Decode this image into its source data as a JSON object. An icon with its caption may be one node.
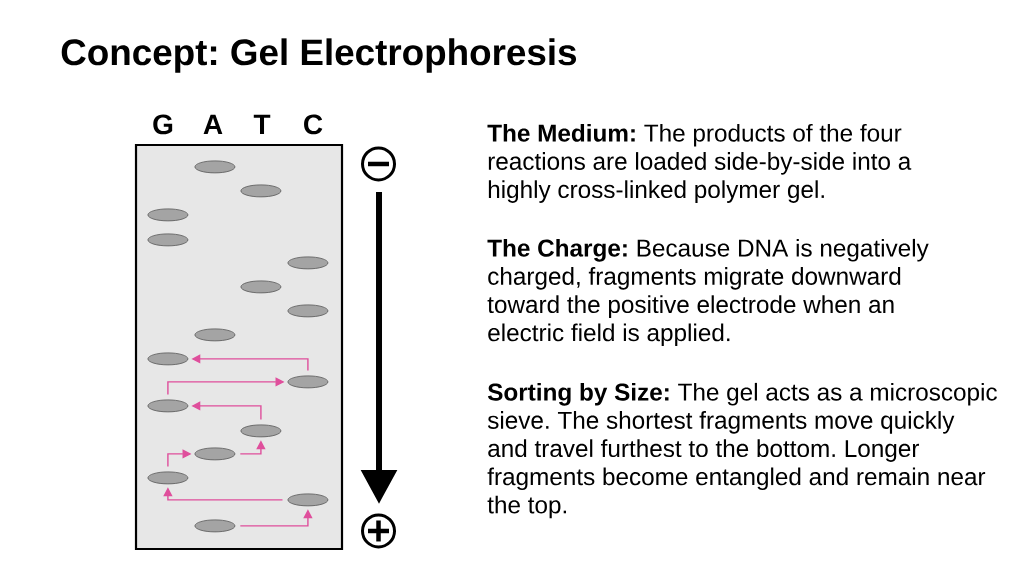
{
  "diagram": {
    "title": "Concept: Gel Electrophoresis",
    "nodes": [
      {
        "text": [],
        "shape": "box"
      },
      {
        "text": [],
        "shape": "ellipse",
        "in": 0
      },
      {
        "text": [],
        "shape": "ellipse",
        "in": 0
      },
      {
        "text": [],
        "shape": "ellipse",
        "in": 0
      },
      {
        "text": [],
        "shape": "ellipse",
        "in": 0
      },
      {
        "text": [],
        "shape": "ellipse",
        "in": 0
      },
      {
        "text": [],
        "shape": "ellipse",
        "in": 0
      },
      {
        "text": [],
        "shape": "ellipse",
        "in": 0
      },
      {
        "text": [],
        "shape": "ellipse",
        "in": 0
      },
      {
        "text": [],
        "shape": "ellipse",
        "in": 0
      },
      {
        "text": [],
        "shape": "ellipse",
        "in": 0
      },
      {
        "text": [],
        "shape": "ellipse",
        "in": 0
      },
      {
        "text": [],
        "shape": "ellipse",
        "in": 0
      },
      {
        "text": [],
        "shape": "ellipse",
        "in": 0
      },
      {
        "text": [],
        "shape": "ellipse",
        "in": 0
      },
      {
        "text": [],
        "shape": "ellipse",
        "in": 0
      },
      {
        "text": [],
        "shape": "ellipse",
        "in": 0
      }
    ],
    "edges": [
      {
        "from": 16,
        "to": 15,
        "arrow": "to"
      },
      {
        "from": 15,
        "to": 14,
        "arrow": "to"
      },
      {
        "from": 14,
        "to": 13,
        "arrow": "to"
      },
      {
        "from": 13,
        "to": 12,
        "arrow": "to"
      },
      {
        "from": 12,
        "to": 11,
        "arrow": "to"
      },
      {
        "from": 11,
        "to": 10,
        "arrow": "to"
      },
      {
        "from": 10,
        "to": 9,
        "arrow": "to"
      }
    ],
    "labels": [
      "G",
      "A",
      "T",
      "C",
      "**The Medium:** The products of the four reactions are loaded side-by-side into a highly cross-linked polymer gel.",
      "**The Charge:** Because DNA is negatively charged, fragments migrate downward toward the positive electrode when an electric field is applied.",
      "**Sorting by Size:** The gel acts as a microscopic sieve. The shortest fragments move quickly and travel furthest to the bottom. Longer fragments become entangled and remain near the top."
    ]
  }
}
